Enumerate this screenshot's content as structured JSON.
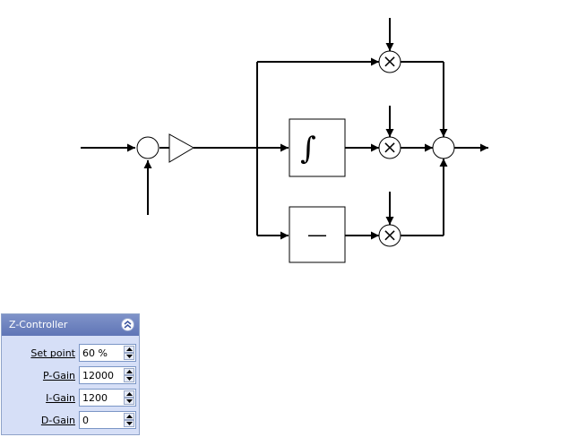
{
  "diagram": {
    "integral_symbol": "∫",
    "derivative_symbol": "—",
    "multiply_symbol": "×"
  },
  "panel": {
    "title": "Z-Controller",
    "rows": [
      {
        "label": "Set point",
        "value": "60 %"
      },
      {
        "label": "P-Gain",
        "value": "12000"
      },
      {
        "label": "I-Gain",
        "value": "1200"
      },
      {
        "label": "D-Gain",
        "value": "0"
      }
    ]
  }
}
